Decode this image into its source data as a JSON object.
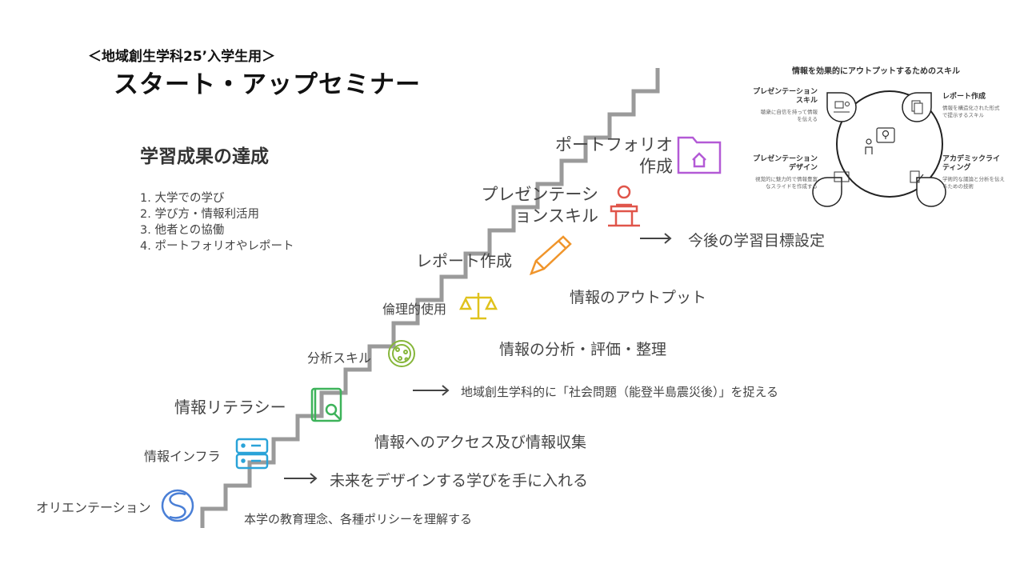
{
  "header": {
    "subtitle": "＜地域創生学科25’入学生用＞",
    "title": "スタート・アップセミナー"
  },
  "outcomes": {
    "heading": "学習成果の達成",
    "items": [
      "1. 大学での学び",
      "2. 学び方・情報利活用",
      "3. 他者との協働",
      "4. ポートフォリオやレポート"
    ]
  },
  "steps": [
    {
      "label": "オリエンテーション",
      "icon": "s-swirl-icon",
      "color": "#4a7fd6"
    },
    {
      "label": "情報インフラ",
      "icon": "server-icon",
      "color": "#2aa3d8"
    },
    {
      "label": "情報リテラシー",
      "icon": "book-search-icon",
      "color": "#3db35a"
    },
    {
      "label": "分析スキル",
      "icon": "bacteria-icon",
      "color": "#86b63a"
    },
    {
      "label": "倫理的使用",
      "icon": "scales-icon",
      "color": "#e0c21c"
    },
    {
      "label": "レポート作成",
      "icon": "pencil-icon",
      "color": "#f0952b"
    },
    {
      "label": "プレゼンテーションスキル",
      "label_line1": "プレゼンテーシ",
      "label_line2": "ョンスキル",
      "icon": "presenter-icon",
      "color": "#e0554a"
    },
    {
      "label": "ポートフォリオ作成",
      "label_line1": "ポートフォリオ",
      "label_line2": "作成",
      "icon": "folder-home-icon",
      "color": "#b35ad6"
    }
  ],
  "notes": {
    "n1": "本学の教育理念、各種ポリシーを理解する",
    "n2": "未来をデザインする学びを手に入れる",
    "n3": "情報へのアクセス及び情報収集",
    "n4": "地域創生学科的に「社会問題（能登半島震災後）」を捉える",
    "n5": "情報の分析・評価・整理",
    "n6": "情報のアウトプット",
    "n7": "今後の学習目標設定"
  },
  "skills": {
    "title": "情報を効果的にアウトプットするためのスキル",
    "top_left": {
      "title": "プレゼンテーションスキル",
      "title_line1": "プレゼンテーション",
      "title_line2": "スキル",
      "desc": "聴衆に自信を持って情報を伝える",
      "icon": "people-board-icon"
    },
    "top_right": {
      "title": "レポート作成",
      "desc": "情報を構造化された形式で提示するスキル",
      "icon": "document-stack-icon"
    },
    "bottom_left": {
      "title": "プレゼンテーションデザイン",
      "title_line1": "プレゼンテーション",
      "title_line2": "デザイン",
      "desc": "視覚的に魅力的で情報豊富なスライドを作成する",
      "icon": "slide-screen-icon"
    },
    "bottom_right": {
      "title": "アカデミックライティング",
      "title_line1": "アカデミックライ",
      "title_line2": "ティング",
      "desc": "学術的な議論と分析を伝えるための技術",
      "icon": "writing-icon"
    },
    "center_icon": "person-idea-icon"
  }
}
